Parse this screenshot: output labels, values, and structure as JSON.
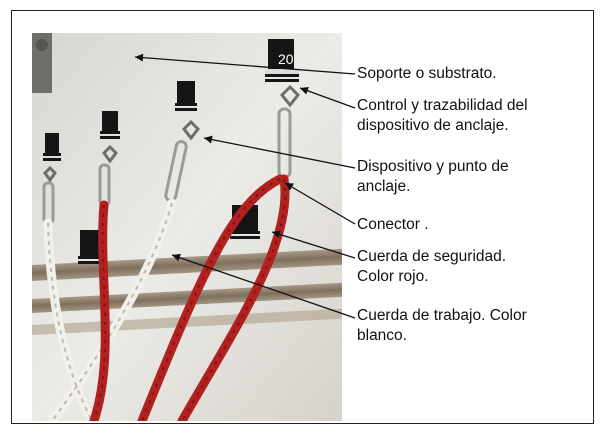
{
  "callouts": [
    {
      "lines": [
        "Soporte o substrato."
      ]
    },
    {
      "lines": [
        "Control y trazabilidad del",
        "dispositivo de anclaje."
      ]
    },
    {
      "lines": [
        "Dispositivo y punto de",
        "anclaje."
      ]
    },
    {
      "lines": [
        "Conector ."
      ]
    },
    {
      "lines": [
        "Cuerda de seguridad.",
        "Color rojo."
      ]
    },
    {
      "lines": [
        "Cuerda de trabajo. Color",
        "blanco."
      ]
    }
  ],
  "photo": {
    "plate_numbers": [
      "20"
    ],
    "colors": {
      "wall": "#e4e2dd",
      "safety_rope": "#b0211f",
      "work_rope": "#efefe8",
      "pipe": "#8d7f6c"
    }
  }
}
